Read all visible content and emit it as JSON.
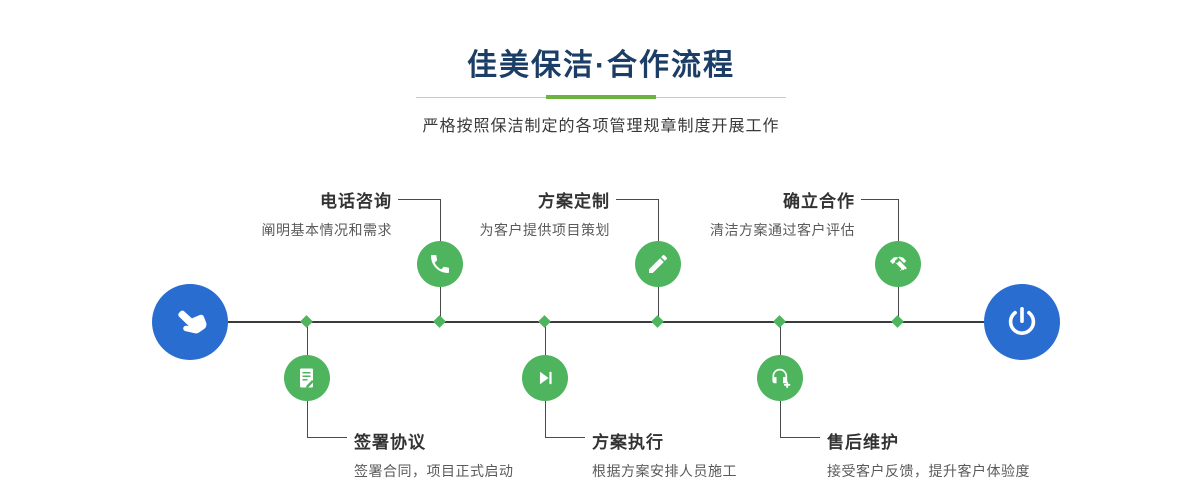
{
  "header": {
    "title": "佳美保洁·合作流程",
    "subtitle": "严格按照保洁制定的各项管理规章制度开展工作"
  },
  "colors": {
    "title_navy": "#1c3e66",
    "accent_blue": "#2a6dd0",
    "accent_green": "#4eb55e",
    "divider_green": "#6cb43f",
    "timeline_dark": "#3b3b3b"
  },
  "timeline": {
    "start_icon": "hand-pointer-icon",
    "end_icon": "power-icon",
    "top_steps": [
      {
        "title": "电话咨询",
        "desc": "阐明基本情况和需求",
        "icon": "phone-icon"
      },
      {
        "title": "方案定制",
        "desc": "为客户提供项目策划",
        "icon": "pencil-icon"
      },
      {
        "title": "确立合作",
        "desc": "清洁方案通过客户评估",
        "icon": "handshake-icon"
      }
    ],
    "bottom_steps": [
      {
        "title": "签署协议",
        "desc": "签署合同，项目正式启动",
        "icon": "contract-icon"
      },
      {
        "title": "方案执行",
        "desc": "根据方案安排人员施工",
        "icon": "play-icon"
      },
      {
        "title": "售后维护",
        "desc": "接受客户反馈，提升客户体验度",
        "icon": "headset-icon"
      }
    ]
  }
}
